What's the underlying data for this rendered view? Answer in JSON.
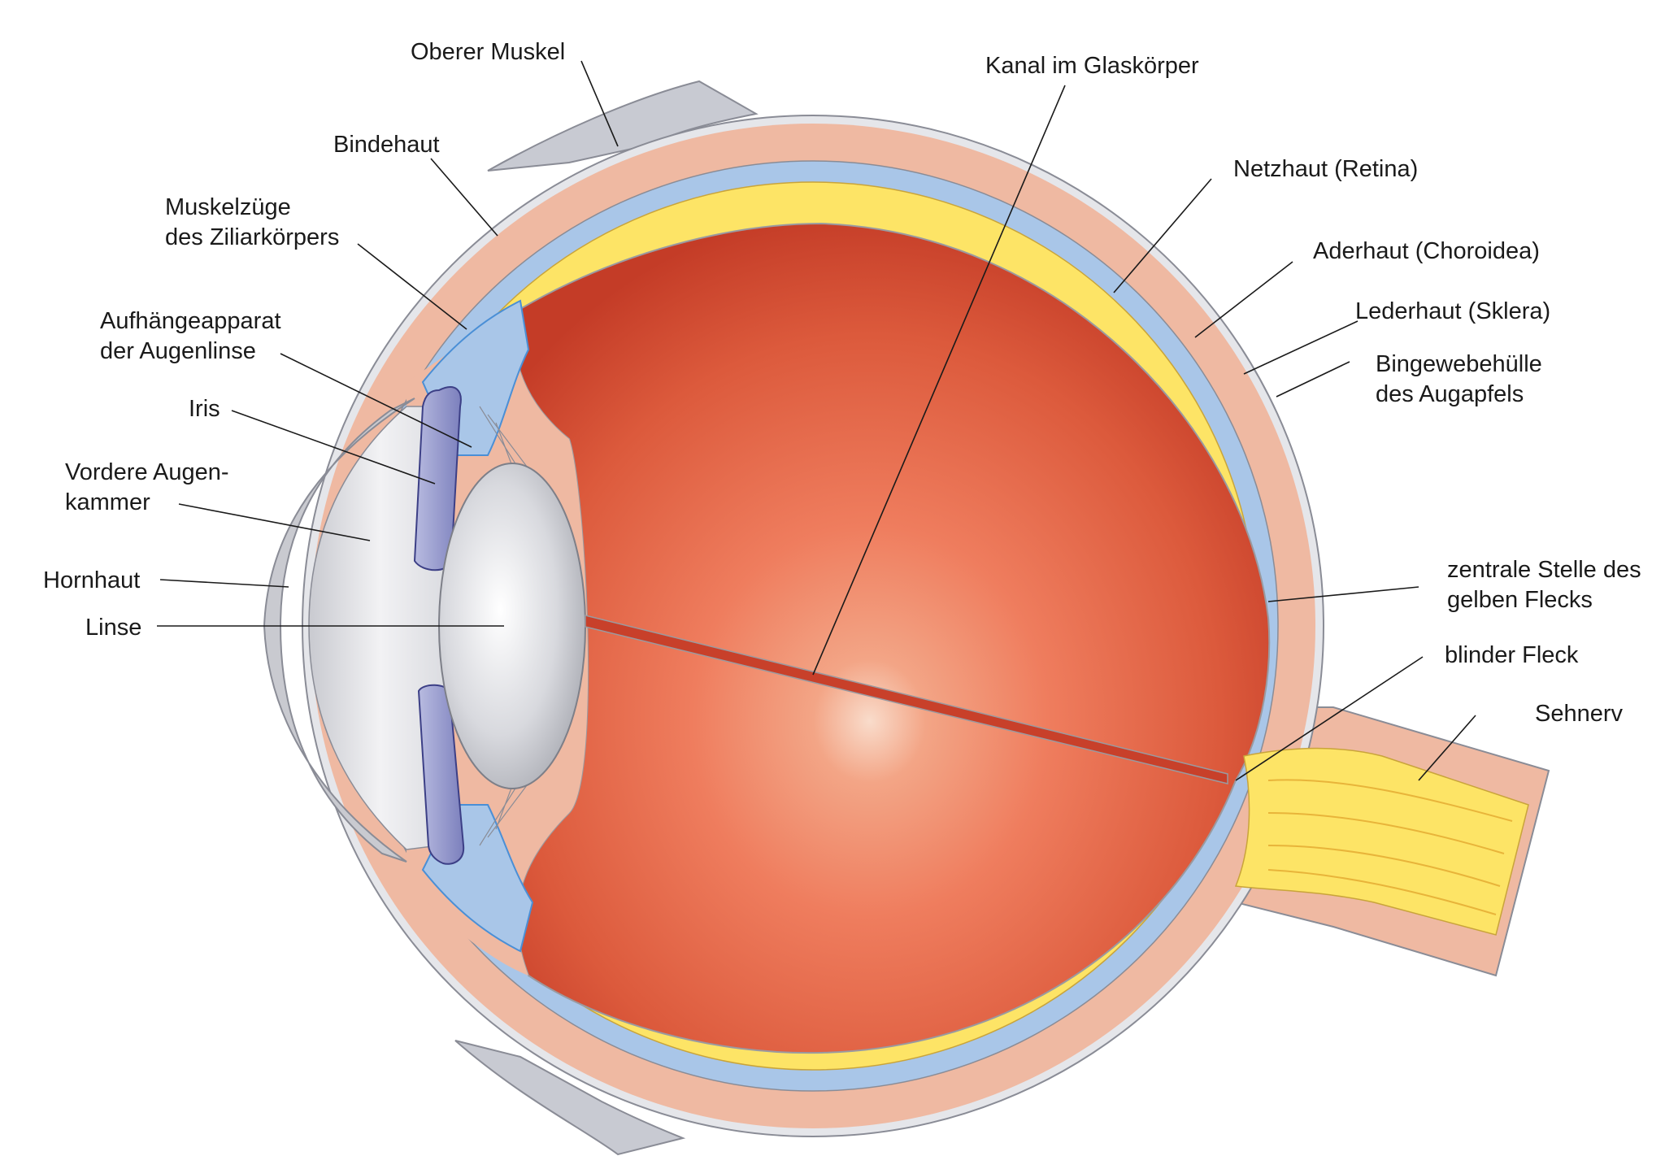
{
  "diagram": {
    "labels": {
      "oberer_muskel": "Oberer Muskel",
      "bindehaut": "Bindehaut",
      "muskelzuege_1": "Muskelzüge",
      "muskelzuege_2": "des Ziliarkörpers",
      "aufhaenge_1": "Aufhängeapparat",
      "aufhaenge_2": "der Augenlinse",
      "iris": "Iris",
      "vordere_1": "Vordere Augen-",
      "vordere_2": "kammer",
      "hornhaut": "Hornhaut",
      "linse": "Linse",
      "kanal": "Kanal im Glaskörper",
      "netzhaut": "Netzhaut (Retina)",
      "aderhaut": "Aderhaut (Choroidea)",
      "lederhaut": "Lederhaut (Sklera)",
      "bingewebe_1": "Bingewebehülle",
      "bingewebe_2": "des Augapfels",
      "gelber_1": "zentrale Stelle des",
      "gelber_2": "gelben Flecks",
      "blinder": "blinder Fleck",
      "sehnerv": "Sehnerv"
    },
    "colors": {
      "sclera": "#efb9a2",
      "choroid": "#a9c6e8",
      "retina": "#fde466",
      "vitreous_center": "#f8d3c0",
      "vitreous_mid": "#f08060",
      "vitreous_edge": "#c8402a",
      "lens": "#dcdde2",
      "iris": "#8f93c9",
      "cornea": "#dedfe3",
      "ciliary": "#4a8fd6",
      "muscle": "#c8cad2",
      "outline": "#8a8c96"
    }
  }
}
